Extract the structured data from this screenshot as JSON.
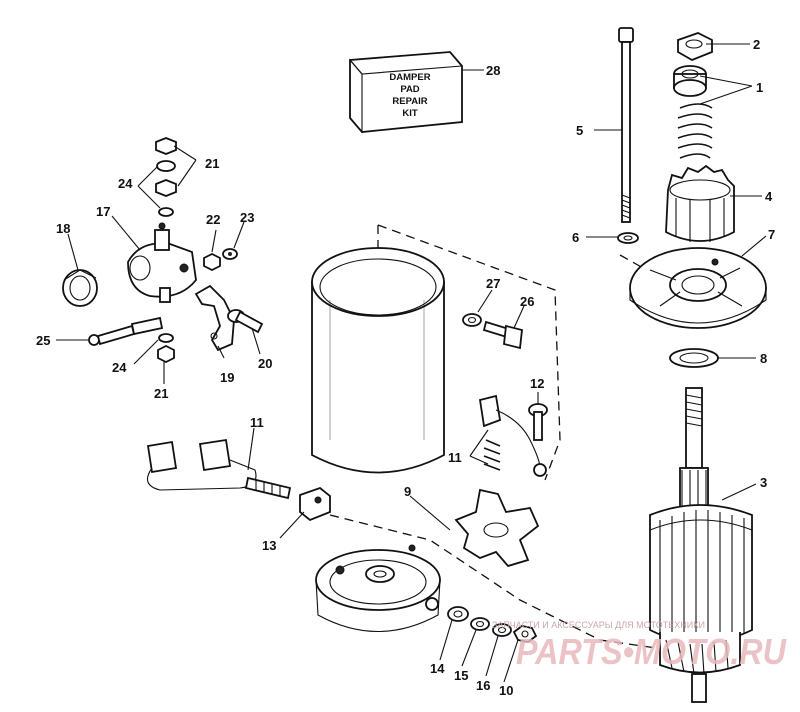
{
  "kit_label": [
    "DAMPER",
    "PAD",
    "REPAIR",
    "KIT"
  ],
  "callouts": [
    "1",
    "2",
    "3",
    "4",
    "5",
    "6",
    "7",
    "8",
    "9",
    "10",
    "11",
    "11",
    "12",
    "13",
    "14",
    "15",
    "16",
    "17",
    "18",
    "19",
    "20",
    "21",
    "21",
    "22",
    "23",
    "24",
    "24",
    "25",
    "26",
    "27",
    "28"
  ],
  "watermark": {
    "tagline": "ЗАПЧАСТИ И АКСЕССУАРЫ ДЛЯ МОТОТЕХНИКИ",
    "brand": "PARTS•MOTO.RU"
  }
}
